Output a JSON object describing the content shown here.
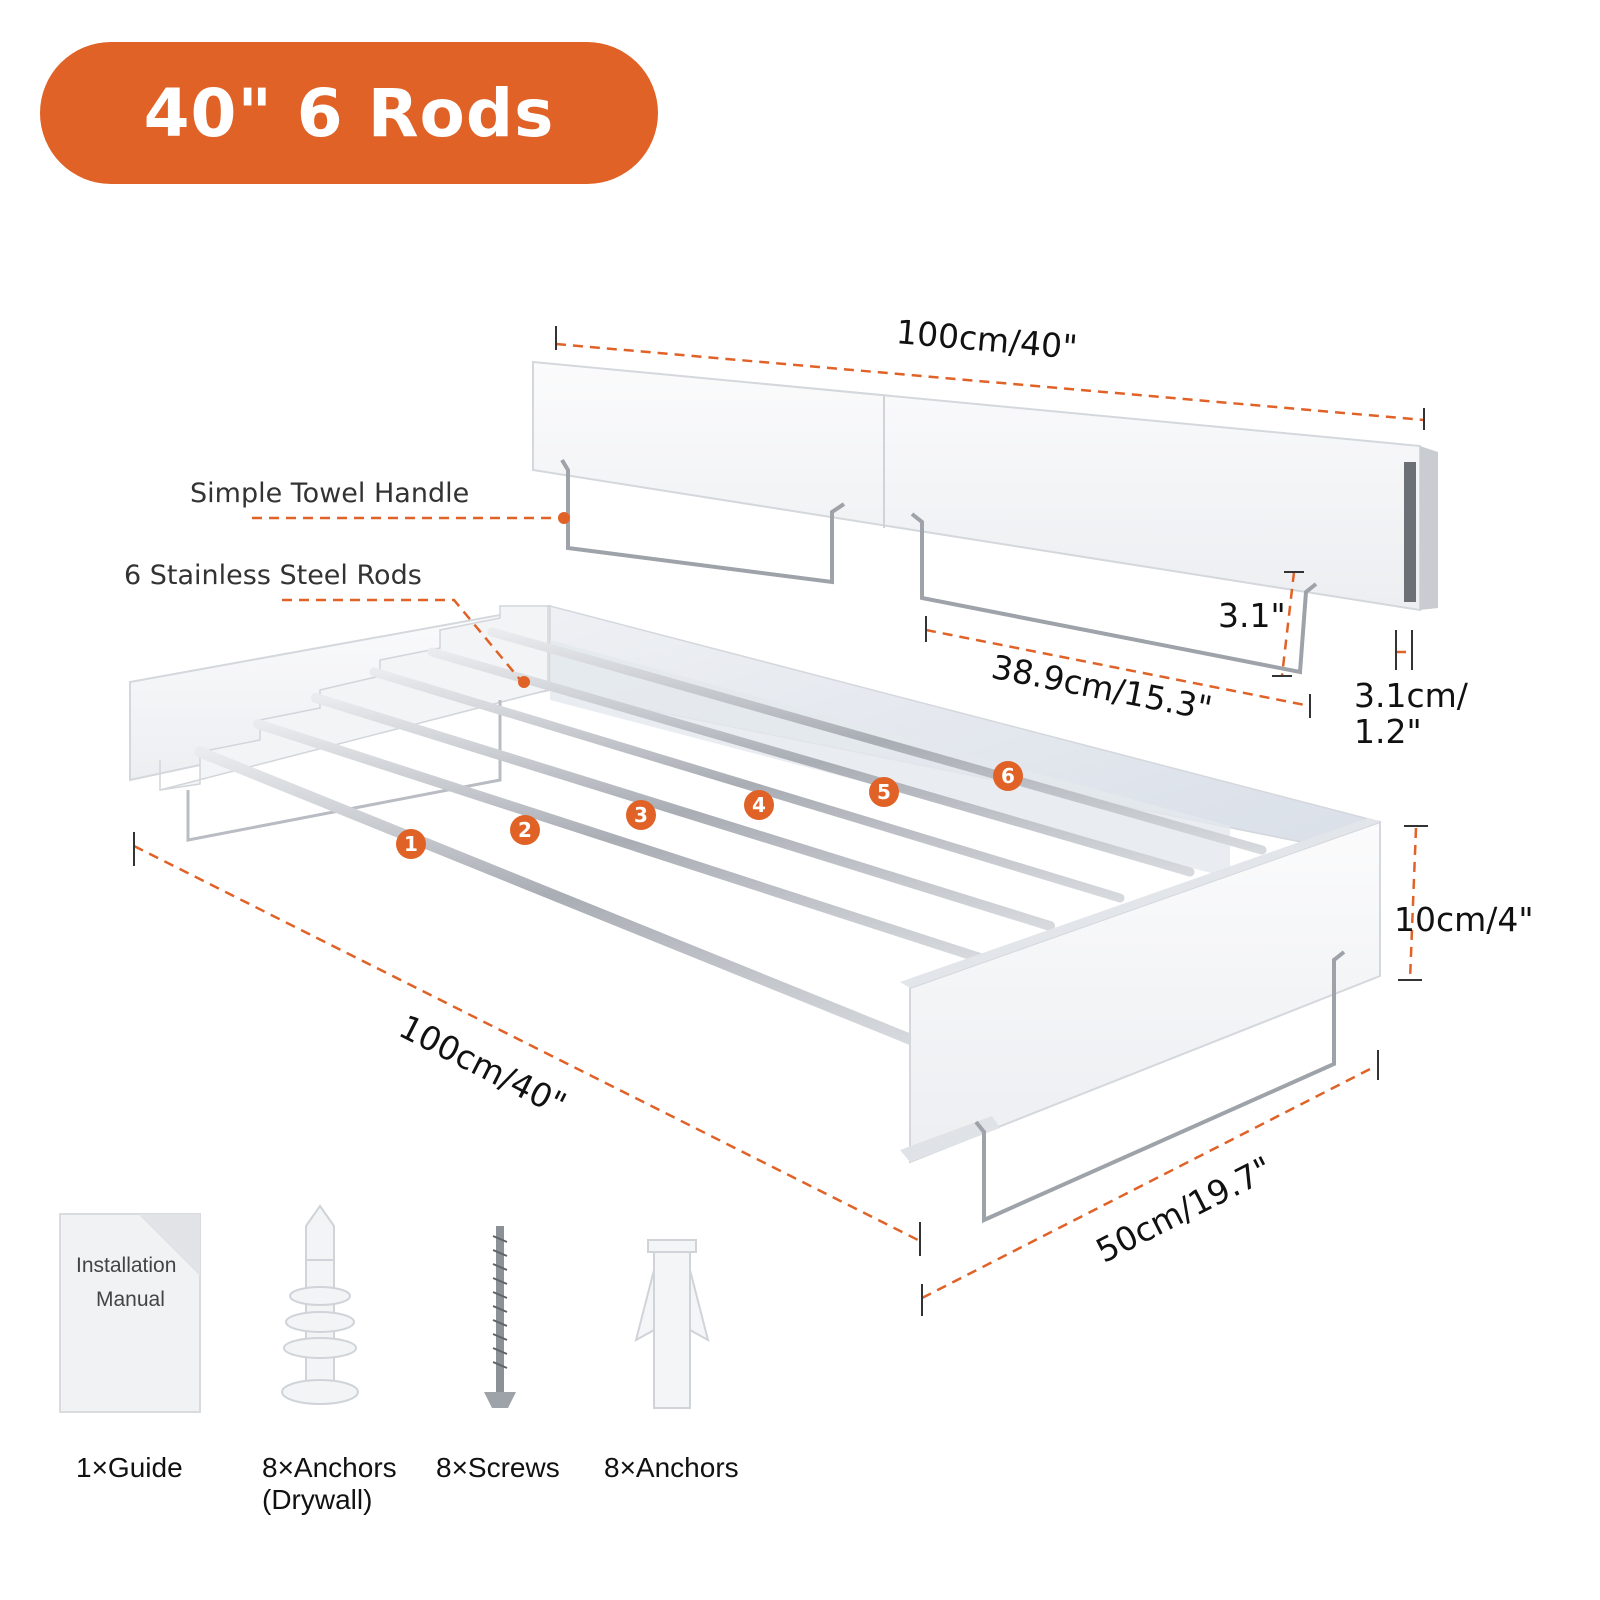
{
  "badge": {
    "text": "40\" 6 Rods",
    "color": "#E06227"
  },
  "colors": {
    "accent": "#E06227",
    "panel": "#F4F5F7",
    "rod": "#B9BCC2",
    "text": "#111111"
  },
  "callouts": {
    "towel_handle": "Simple Towel Handle",
    "rods": "6 Stainless Steel Rods"
  },
  "dimensions": {
    "top_length": "100cm/40\"",
    "handle_height": "3.1\"",
    "handle_length": "38.9cm/15.3\"",
    "thickness_line1": "3.1cm/",
    "thickness_line2": "1.2\"",
    "depth": "10cm/4\"",
    "bottom_length": "100cm/40\"",
    "extension": "50cm/19.7\""
  },
  "rod_numbers": [
    "1",
    "2",
    "3",
    "4",
    "5",
    "6"
  ],
  "manual": {
    "line1": "Installation",
    "line2": "Manual"
  },
  "accessories": [
    {
      "icon": "guide-booklet-icon",
      "line1": "1×Guide",
      "line2": ""
    },
    {
      "icon": "drywall-anchor-icon",
      "line1": "8×Anchors",
      "line2": "(Drywall)"
    },
    {
      "icon": "screw-icon",
      "line1": "8×Screws",
      "line2": ""
    },
    {
      "icon": "plastic-anchor-icon",
      "line1": "8×Anchors",
      "line2": ""
    }
  ]
}
